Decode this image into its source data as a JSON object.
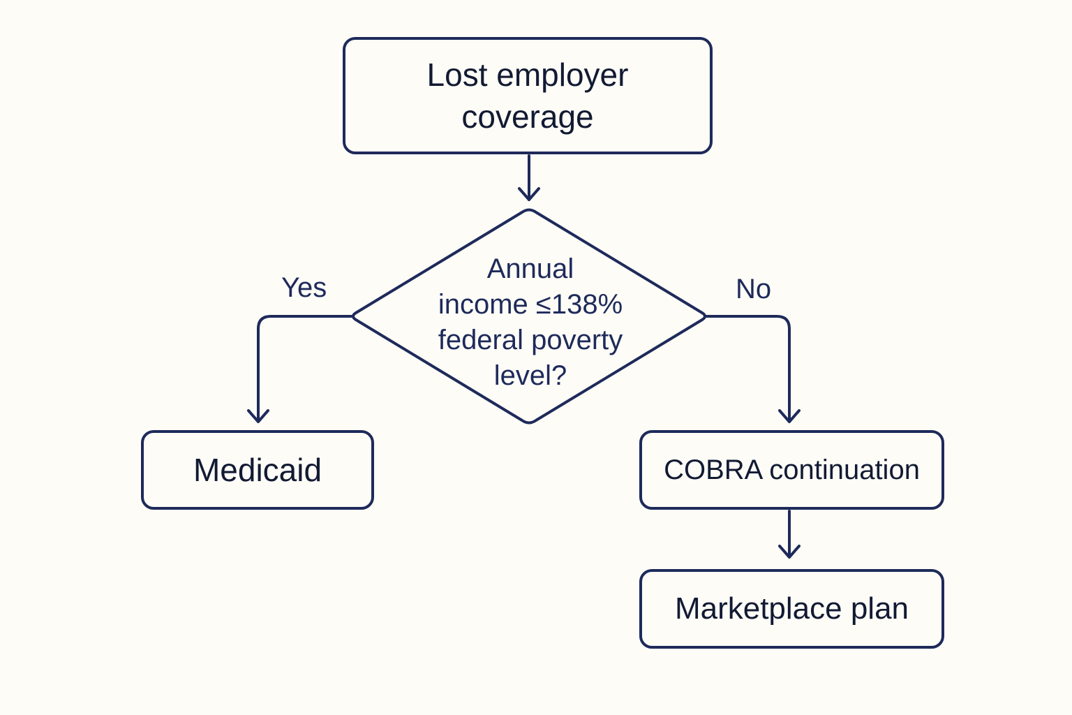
{
  "nodes": {
    "start": {
      "lines": [
        "Lost employer",
        "coverage"
      ]
    },
    "decision": {
      "lines": [
        "Annual",
        "income ≤138%",
        "federal poverty",
        "level?"
      ]
    },
    "medicaid": {
      "label": "Medicaid"
    },
    "cobra": {
      "label": "COBRA continuation"
    },
    "marketplace": {
      "label": "Marketplace plan"
    }
  },
  "edges": {
    "yes_label": "Yes",
    "no_label": "No"
  },
  "colors": {
    "stroke": "#1e2a5a",
    "background": "#fdfcf7",
    "text": "#121a33"
  }
}
